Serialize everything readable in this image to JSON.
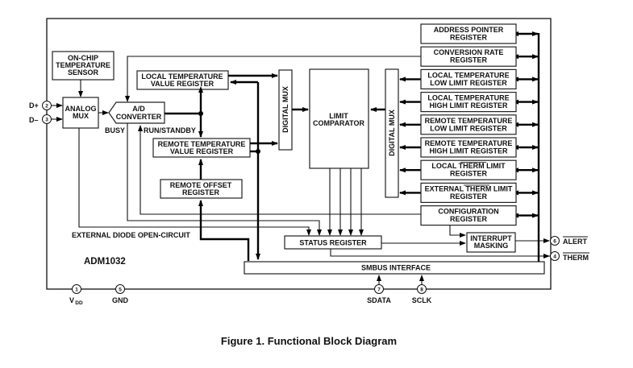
{
  "chip_name": "ADM1032",
  "caption": "Figure 1. Functional Block Diagram",
  "blocks": {
    "sensor": [
      "ON-CHIP",
      "TEMPERATURE",
      "SENSOR"
    ],
    "analog_mux": [
      "ANALOG",
      "MUX"
    ],
    "adc": [
      "A/D",
      "CONVERTER"
    ],
    "local_value": [
      "LOCAL TEMPERATURE",
      "VALUE REGISTER"
    ],
    "remote_value": [
      "REMOTE TEMPERATURE",
      "VALUE REGISTER"
    ],
    "remote_offset": [
      "REMOTE OFFSET",
      "REGISTER"
    ],
    "digital_mux_left": "DIGITAL MUX",
    "limit_comparator": [
      "LIMIT",
      "COMPARATOR"
    ],
    "digital_mux_right": "DIGITAL MUX",
    "status_register": "STATUS REGISTER",
    "smbus_interface": "SMBUS INTERFACE",
    "interrupt_masking": [
      "INTERRUPT",
      "MASKING"
    ]
  },
  "right_registers": [
    {
      "line1": "ADDRESS POINTER",
      "line2": "REGISTER"
    },
    {
      "line1": "CONVERSION RATE",
      "line2": "REGISTER"
    },
    {
      "line1": "LOCAL TEMPERATURE",
      "line2": "LOW LIMIT REGISTER"
    },
    {
      "line1": "LOCAL TEMPERATURE",
      "line2": "HIGH LIMIT REGISTER"
    },
    {
      "line1": "REMOTE TEMPERATURE",
      "line2": "LOW LIMIT REGISTER"
    },
    {
      "line1": "REMOTE TEMPERATURE",
      "line2": "HIGH LIMIT REGISTER"
    },
    {
      "line1": "LOCAL THERM LIMIT",
      "line2": "REGISTER"
    },
    {
      "line1": "EXTERNAL THERM LIMIT",
      "line2": "REGISTER"
    },
    {
      "line1": "CONFIGURATION",
      "line2": "REGISTER"
    }
  ],
  "signals": {
    "busy": "BUSY",
    "run_standby": "RUN/STANDBY",
    "open_circuit": "EXTERNAL DIODE OPEN-CIRCUIT"
  },
  "pins": {
    "dplus": {
      "num": "2",
      "label": "D+"
    },
    "dminus": {
      "num": "3",
      "label": "D–"
    },
    "vdd": {
      "num": "1",
      "label": "V",
      "sub": "DD"
    },
    "gnd": {
      "num": "5",
      "label": "GND"
    },
    "sdata": {
      "num": "7",
      "label": "SDATA"
    },
    "sclk": {
      "num": "8",
      "label": "SCLK"
    },
    "alert": {
      "num": "6",
      "label": "ALERT"
    },
    "therm": {
      "num": "4",
      "label": "THERM"
    }
  }
}
